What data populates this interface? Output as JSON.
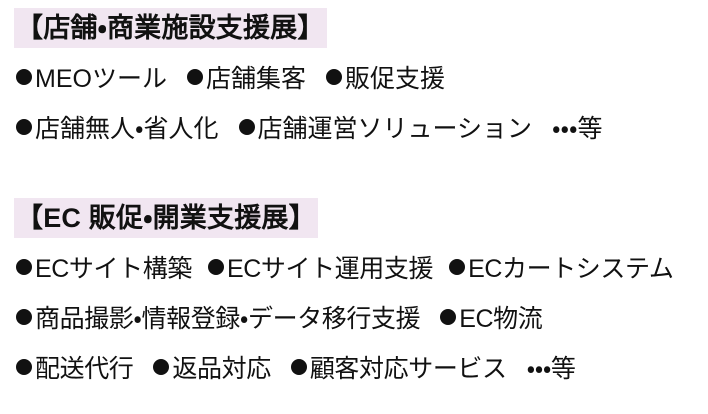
{
  "document": {
    "background_color": "#ffffff",
    "text_color": "#111111",
    "highlight_color": "#f1e6f1"
  },
  "sections": [
    {
      "id": "stores",
      "heading": "【店舗・商業施設支援展】",
      "lines": [
        {
          "items": [
            "MEOツール",
            "店舗集客",
            "販促支援"
          ],
          "trailing": ""
        },
        {
          "items": [
            "店舗無人・省人化",
            "店舗運営ソリューション"
          ],
          "trailing": "・・・等"
        }
      ]
    },
    {
      "id": "ec",
      "heading": "【EC 販促・開業支援展】",
      "lines": [
        {
          "items": [
            "ECサイト構築",
            "ECサイト運用支援",
            "ECカートシステム"
          ],
          "trailing": ""
        },
        {
          "items": [
            "商品撮影・情報登録・データ移行支援",
            "EC物流"
          ],
          "trailing": ""
        },
        {
          "items": [
            "配送代行",
            "返品対応",
            "顧客対応サービス"
          ],
          "trailing": "・・・等"
        }
      ]
    }
  ],
  "stores": {
    "heading": "【店舗・商業施設支援展】",
    "line1": {
      "item1": "MEOツール",
      "item2": "店舗集客",
      "item3": "販促支援"
    },
    "line2": {
      "item1": "店舗無人・省人化",
      "item2": "店舗運営ソリューション",
      "etc": "・・・等"
    }
  },
  "ec": {
    "heading": "【EC 販促・開業支援展】",
    "line1": {
      "item1": "ECサイト構築",
      "item2": "ECサイト運用支援",
      "item3": "ECカートシステム"
    },
    "line2": {
      "item1": "商品撮影・情報登録・データ移行支援",
      "item2": "EC物流"
    },
    "line3": {
      "item1": "配送代行",
      "item2": "返品対応",
      "item3": "顧客対応サービス",
      "etc": "・・・等"
    }
  }
}
